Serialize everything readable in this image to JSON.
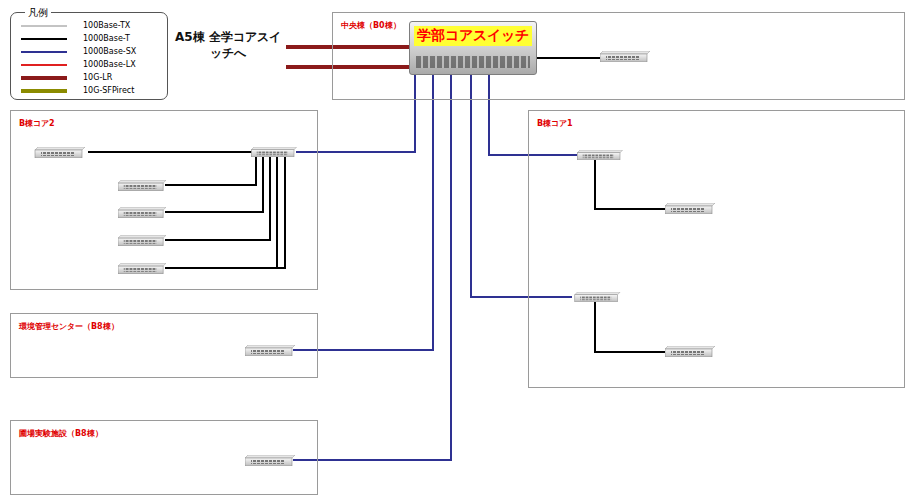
{
  "diagram": {
    "nodes": [
      {
        "text": [
          "中央棟（B0棟）"
        ]
      },
      {
        "text": [
          "学部コアスイッチ"
        ],
        "in": 0
      },
      {
        "text": [
          "B棟コア2"
        ]
      },
      {
        "text": [
          "B棟コア1"
        ]
      },
      {
        "text": [
          "環境管理センター（B8棟）"
        ]
      },
      {
        "text": [
          "圃場実験施設（B8棟）"
        ]
      }
    ],
    "edges": [
      {
        "from": 1,
        "to": 2,
        "arrow": "none"
      },
      {
        "from": 1,
        "to": 3,
        "arrow": "none"
      },
      {
        "from": 1,
        "to": 3,
        "arrow": "none"
      },
      {
        "from": 1,
        "to": 4,
        "arrow": "none"
      },
      {
        "from": 1,
        "to": 5,
        "arrow": "none"
      }
    ],
    "labels": [
      "凡例",
      "A5棟 全学コアスイッチへ"
    ],
    "legend": [
      {
        "text": "100Base-TX"
      },
      {
        "text": "1000Base-T"
      },
      {
        "text": "1000Base-SX"
      },
      {
        "text": "1000Base-LX"
      },
      {
        "text": "10G-LR"
      },
      {
        "text": "10G-SFPirect"
      }
    ]
  }
}
